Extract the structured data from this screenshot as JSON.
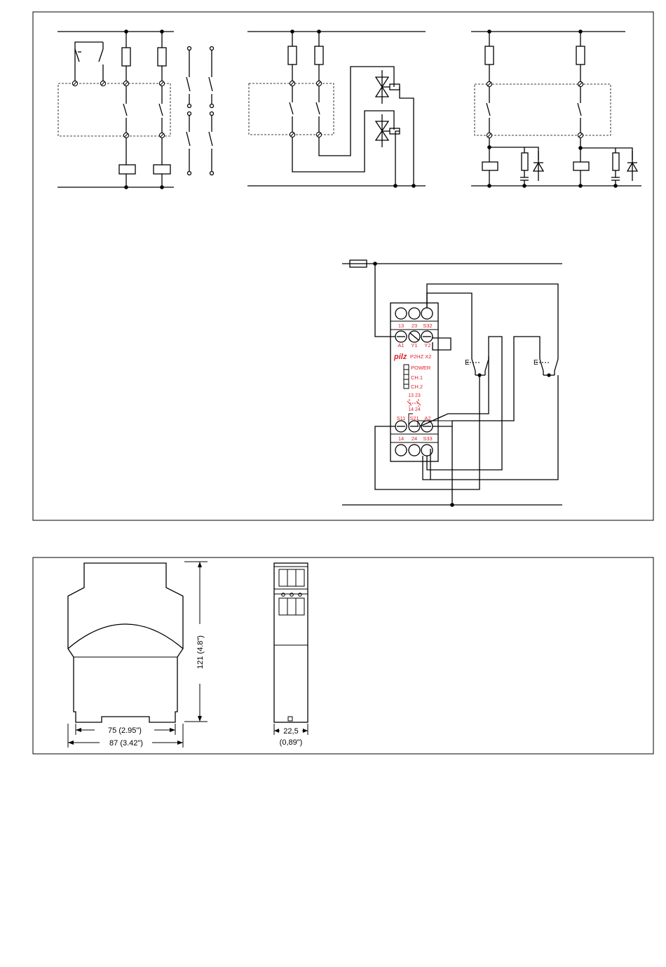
{
  "device": {
    "brand": "pilz",
    "model": "P2HZ X2",
    "terminals_top_row": [
      "13",
      "23",
      "S32"
    ],
    "terminals_row2": [
      "A1",
      "Y1",
      "Y2"
    ],
    "terminals_row3": [
      "S11",
      "S21",
      "A2"
    ],
    "terminals_bottom_row": [
      "14",
      "24",
      "S33"
    ],
    "leds": [
      "POWER",
      "CH.1",
      "CH.2"
    ],
    "contacts_top": "13 23",
    "contacts_bottom": "14 24",
    "switch_label": "E"
  },
  "dimensions": {
    "height": "121 (4.8\")",
    "inner_width": "75  (2.95\")",
    "outer_width": "87 (3.42\")",
    "depth_mm": "22,5",
    "depth_in": "(0,89\")"
  },
  "colors": {
    "accent": "#e0202a",
    "line": "#000000"
  }
}
